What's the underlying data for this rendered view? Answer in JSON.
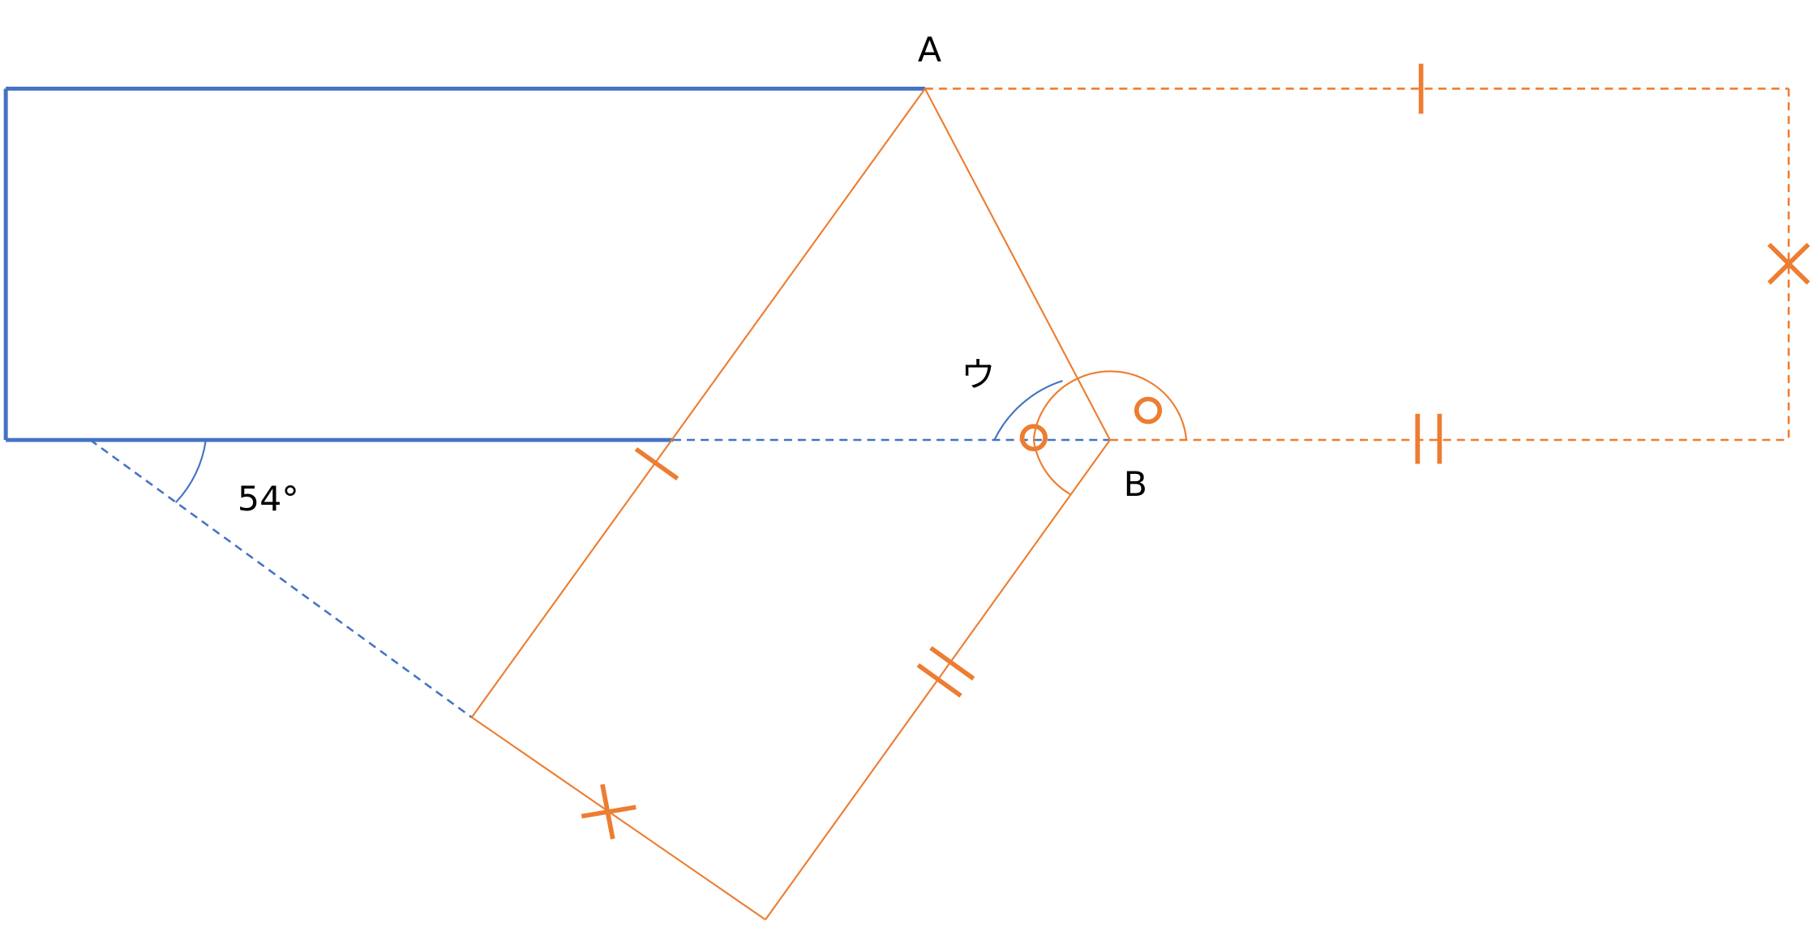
{
  "labels": {
    "point_a": "A",
    "point_b": "B",
    "angle_u": "ウ",
    "angle_given": "54°"
  },
  "colors": {
    "blue": "#4472C4",
    "orange": "#ED7D31",
    "text": "#000000"
  }
}
